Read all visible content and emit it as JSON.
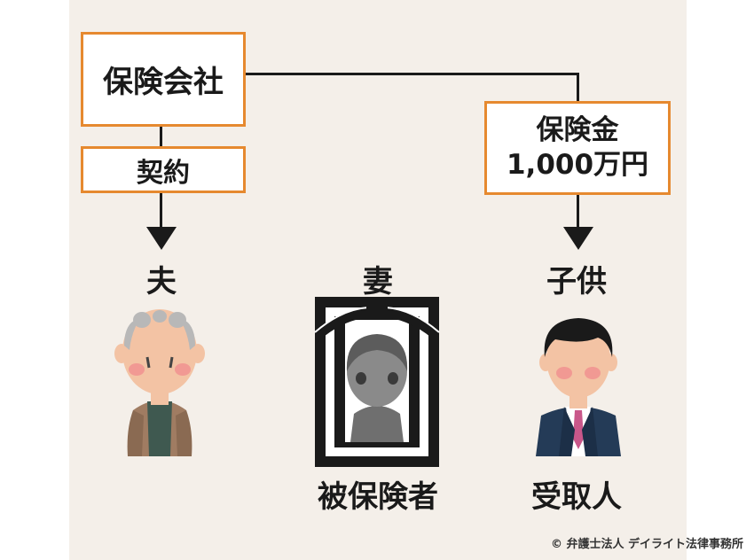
{
  "nodes": {
    "insurer": "保険会社",
    "contract": "契約",
    "payout": [
      "保険金",
      "1,000万円"
    ],
    "husband": "夫",
    "wife": "妻",
    "child": "子供",
    "insured": "被保険者",
    "recipient": "受取人"
  },
  "credit": "© 弁護士法人 デイライト法律事務所",
  "colors": {
    "box_border": "#e6892f",
    "panel_bg": "#f4efe9",
    "line": "#1a1a1a"
  }
}
